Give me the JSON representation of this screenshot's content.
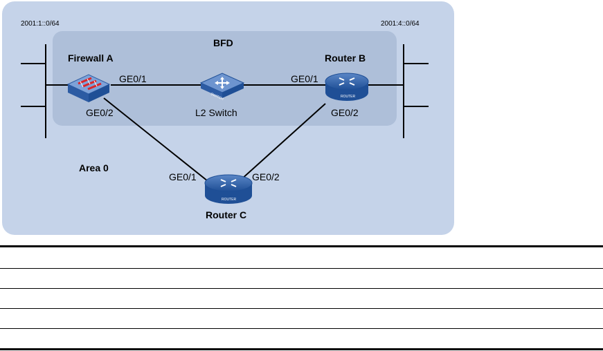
{
  "networks": {
    "left": "2001:1::0/64",
    "right": "2001:4::0/64"
  },
  "labels": {
    "bfd": "BFD",
    "area": "Area 0"
  },
  "devices": {
    "firewall_a": {
      "name": "Firewall A",
      "type": "firewall"
    },
    "switch": {
      "name": "L2 Switch",
      "type": "switch",
      "badge": "SWITCH"
    },
    "router_b": {
      "name": "Router B",
      "type": "router",
      "badge": "ROUTER"
    },
    "router_c": {
      "name": "Router C",
      "type": "router",
      "badge": "ROUTER"
    }
  },
  "interfaces": {
    "fw_ge1": "GE0/1",
    "fw_ge2": "GE0/2",
    "rb_ge1": "GE0/1",
    "rb_ge2": "GE0/2",
    "rc_ge1": "GE0/1",
    "rc_ge2": "GE0/2"
  },
  "colors": {
    "area_fill": "#c5d3e9",
    "bfd_fill": "#aebfd9",
    "device_blue": "#3a68ad",
    "firewall_red": "#d9262b"
  }
}
